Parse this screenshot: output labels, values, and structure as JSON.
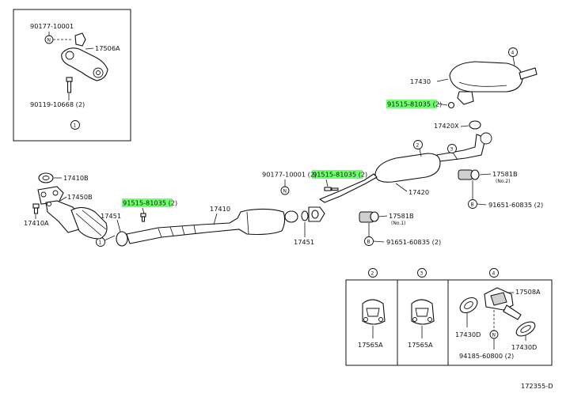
{
  "diagram": {
    "code": "172355-D",
    "inset_top": {
      "callout": "1",
      "labels": [
        "90177-10001",
        "17506A",
        "90119-10668 (2)"
      ],
      "marker": "N"
    },
    "main": {
      "labels": {
        "l17410B": "17410B",
        "l17450B": "17450B",
        "l17410A": "17410A",
        "l17451a": "17451",
        "l17410": "17410",
        "l17451b": "17451",
        "l90177": "90177-10001 (2)",
        "l17420": "17420",
        "l17430": "17430",
        "l17420X": "17420X",
        "l17581Ba": "17581B",
        "l17581Ba_note": "(No.1)",
        "l17581Bb": "17581B",
        "l17581Bb_note": "(No.2)",
        "l91651a": "91651-60835 (2)",
        "l91651b": "91651-60835 (2)"
      },
      "highlighted": [
        "91515-81035 (2)",
        "91515-81035 (2)",
        "91515-81035 (2)"
      ],
      "callouts": [
        "1",
        "2",
        "3",
        "4"
      ],
      "markers": [
        "N",
        "B",
        "B"
      ]
    },
    "details": {
      "panels": [
        {
          "callout": "2",
          "label": "17565A"
        },
        {
          "callout": "3",
          "label": "17565A"
        },
        {
          "callout": "4",
          "labels": [
            "17508A",
            "17430D",
            "17430D",
            "94185-60800 (2)"
          ],
          "marker": "N"
        }
      ]
    }
  }
}
